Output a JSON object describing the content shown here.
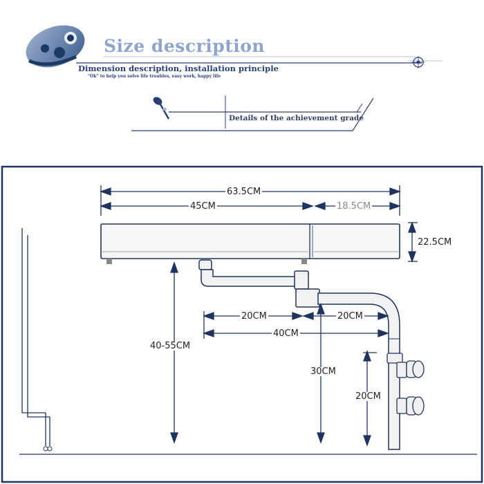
{
  "header": {
    "title": "Size description",
    "subtitle": "Dimension description, installation principle",
    "tagline": "\"Ok\" to help you solve life troubles, easy work, happy life",
    "details": "Details of the achievement grade"
  },
  "dimensions": {
    "total_width": "63.5CM",
    "main_width": "45CM",
    "side_width": "18.5CM",
    "height_thickness": "22.5CM",
    "arm_left": "20CM",
    "arm_right": "20CM",
    "arm_total": "40CM",
    "mount_height": "40-55CM",
    "pole_height": "30CM",
    "clamp_spacing": "20CM"
  },
  "colors": {
    "accent_dark": "#2a3f78",
    "accent_light": "#8fa4cf",
    "line": "#1e3460"
  }
}
